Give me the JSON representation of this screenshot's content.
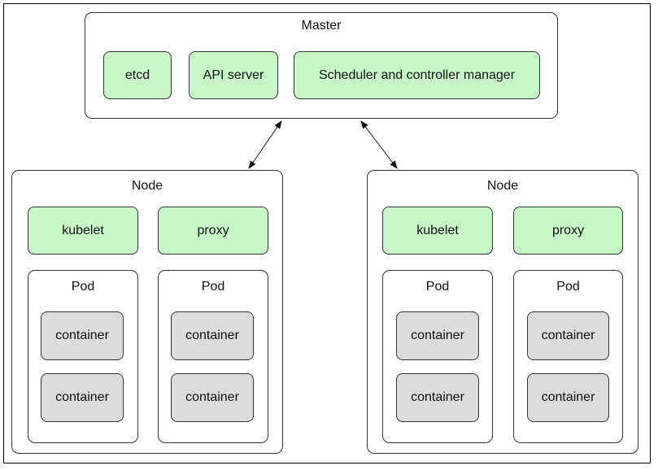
{
  "master": {
    "title": "Master",
    "components": [
      "etcd",
      "API server",
      "Scheduler and controller manager"
    ]
  },
  "nodes": [
    {
      "title": "Node",
      "kubelet": "kubelet",
      "proxy": "proxy",
      "pods": [
        {
          "title": "Pod",
          "containers": [
            "container",
            "container"
          ]
        },
        {
          "title": "Pod",
          "containers": [
            "container",
            "container"
          ]
        }
      ]
    },
    {
      "title": "Node",
      "kubelet": "kubelet",
      "proxy": "proxy",
      "pods": [
        {
          "title": "Pod",
          "containers": [
            "container",
            "container"
          ]
        },
        {
          "title": "Pod",
          "containers": [
            "container",
            "container"
          ]
        }
      ]
    }
  ],
  "colors": {
    "component_fill": "#c7f7c7",
    "container_fill": "#dcdcdc",
    "border": "#333333"
  }
}
